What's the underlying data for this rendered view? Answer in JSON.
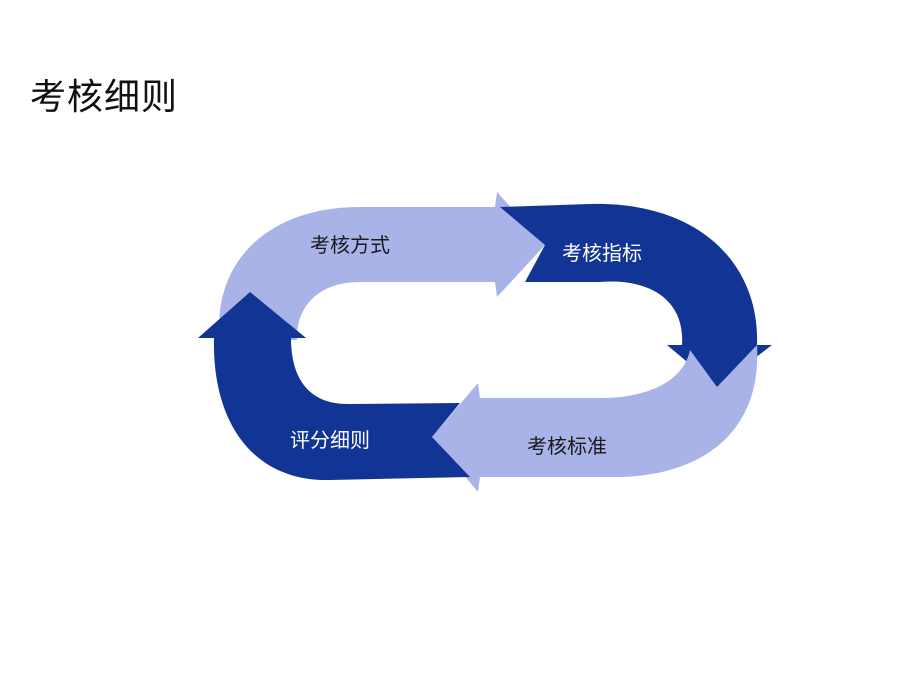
{
  "page": {
    "title": "考核细则"
  },
  "cycle": {
    "colors": {
      "light": "#aab3e8",
      "dark": "#123595",
      "label_on_light": "#1a1a1a",
      "label_on_dark": "#ffffff"
    },
    "steps": [
      {
        "label": "考核方式",
        "tone": "light"
      },
      {
        "label": "考核指标",
        "tone": "dark"
      },
      {
        "label": "考核标准",
        "tone": "light"
      },
      {
        "label": "评分细则",
        "tone": "dark"
      }
    ]
  }
}
